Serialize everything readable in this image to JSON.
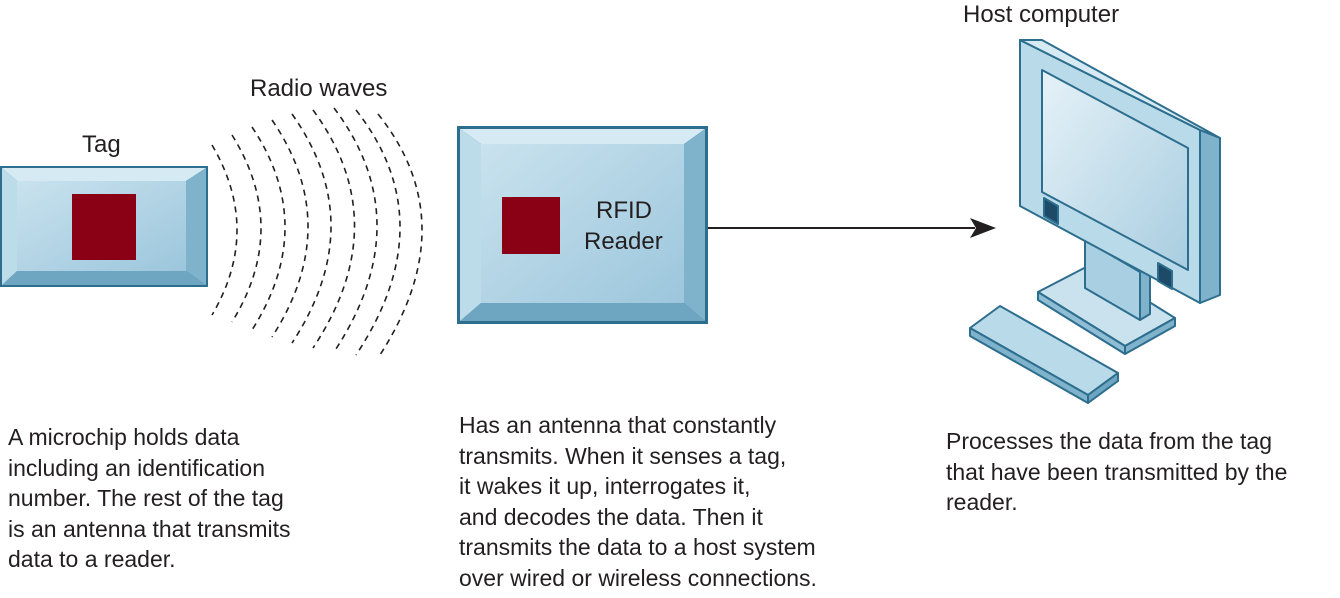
{
  "labels": {
    "tag": "Tag",
    "radio_waves": "Radio waves",
    "host_computer": "Host computer",
    "reader_line1": "RFID",
    "reader_line2": "Reader"
  },
  "descriptions": {
    "tag": [
      "A microchip holds data",
      "including an identification",
      "number. The rest of the tag",
      "is an antenna that transmits",
      "data to a reader."
    ],
    "reader": [
      "Has an antenna that constantly",
      "transmits. When it senses a tag,",
      "it wakes it up, interrogates it,",
      "and decodes the data. Then it",
      "transmits the data to a host system",
      "over wired or wireless connections."
    ],
    "host": [
      "Processes the data from the tag",
      "that have been transmitted by the",
      "reader."
    ]
  },
  "colors": {
    "box_fill": "#a9cfe2",
    "box_border": "#2d6e8e",
    "chip": "#8a0015",
    "arrow": "#231f20"
  },
  "icons": [
    "radio-waves-icon",
    "arrow-icon",
    "host-computer-icon",
    "keyboard-icon"
  ]
}
